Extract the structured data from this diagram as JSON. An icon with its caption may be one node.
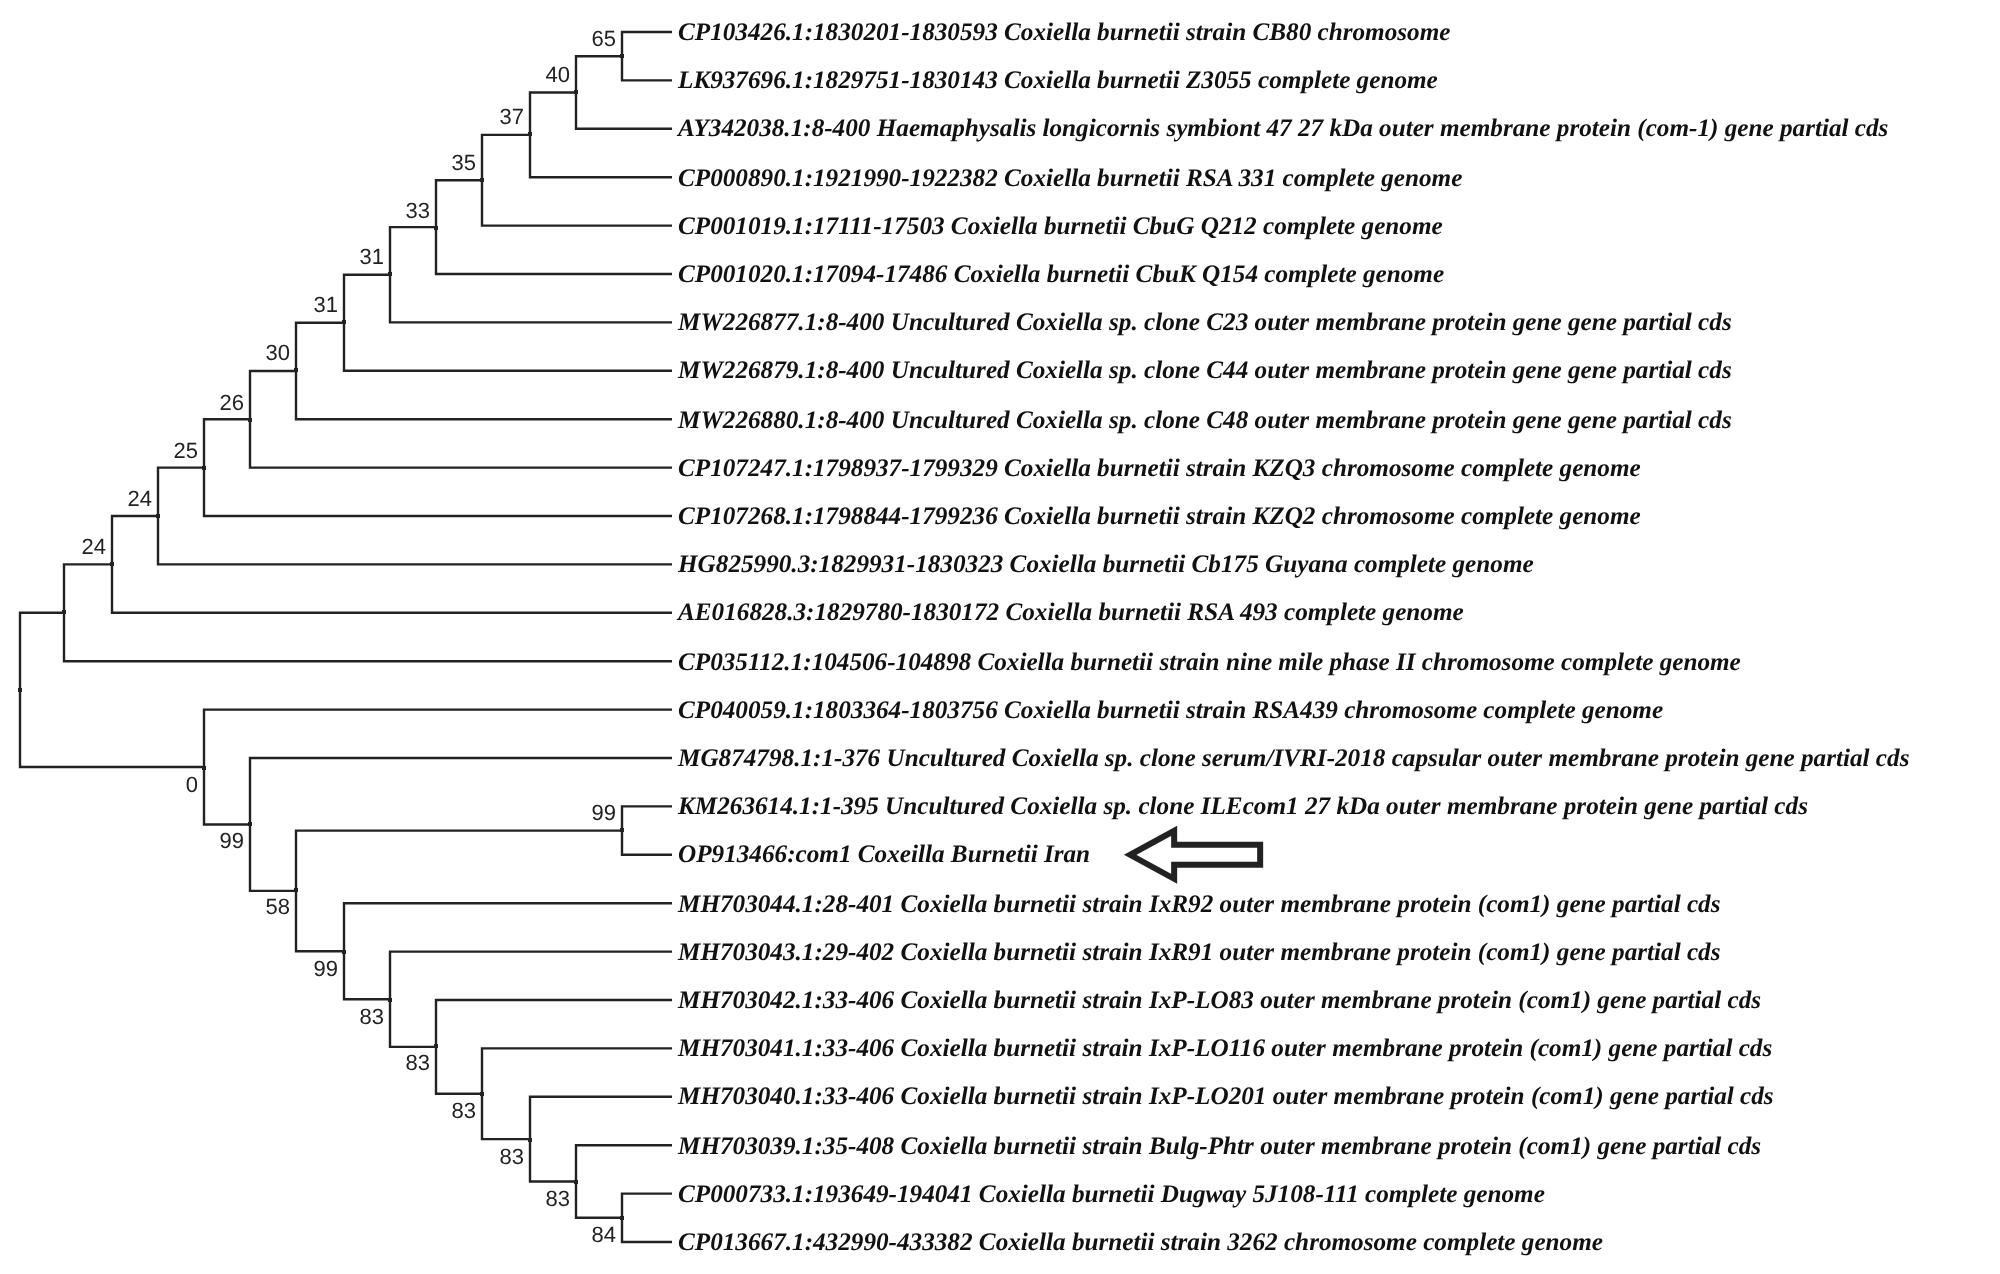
{
  "diagram": {
    "nodes": [
      {
        "text": [
          "CP103426.1:1830201-1830593 Coxiella burnetii strain CB80 chromosome"
        ]
      },
      {
        "text": [
          "LK937696.1:1829751-1830143 Coxiella burnetii Z3055 complete genome"
        ]
      },
      {
        "text": [
          "AY342038.1:8-400 Haemaphysalis longicornis symbiont 47 27 kDa outer membrane protein (com-1) gene partial cds"
        ]
      },
      {
        "text": [
          "CP000890.1:1921990-1922382 Coxiella burnetii RSA 331 complete genome"
        ]
      },
      {
        "text": [
          "CP001019.1:17111-17503 Coxiella burnetii CbuG Q212 complete genome"
        ]
      },
      {
        "text": [
          "CP001020.1:17094-17486 Coxiella burnetii CbuK Q154 complete genome"
        ]
      },
      {
        "text": [
          "MW226877.1:8-400 Uncultured Coxiella sp. clone C23 outer membrane protein gene gene partial cds"
        ]
      },
      {
        "text": [
          "MW226879.1:8-400 Uncultured Coxiella sp. clone C44 outer membrane protein gene gene partial cds"
        ]
      },
      {
        "text": [
          "MW226880.1:8-400 Uncultured Coxiella sp. clone C48 outer membrane protein gene gene partial cds"
        ]
      },
      {
        "text": [
          "CP107247.1:1798937-1799329 Coxiella burnetii strain KZQ3 chromosome complete genome"
        ]
      },
      {
        "text": [
          "CP107268.1:1798844-1799236 Coxiella burnetii strain KZQ2 chromosome complete genome"
        ]
      },
      {
        "text": [
          "HG825990.3:1829931-1830323 Coxiella burnetii Cb175 Guyana complete genome"
        ]
      },
      {
        "text": [
          "AE016828.3:1829780-1830172 Coxiella burnetii RSA 493 complete genome"
        ]
      },
      {
        "text": [
          "CP035112.1:104506-104898 Coxiella burnetii strain nine mile phase II chromosome complete genome"
        ]
      },
      {
        "text": [
          "CP040059.1:1803364-1803756 Coxiella burnetii strain RSA439 chromosome complete genome"
        ]
      },
      {
        "text": [
          "MG874798.1:1-376 Uncultured Coxiella sp. clone serum/IVRI-2018 capsular outer membrane protein gene partial cds"
        ]
      },
      {
        "text": [
          "KM263614.1:1-395 Uncultured Coxiella sp. clone ILEcom1 27 kDa outer membrane protein gene partial cds"
        ]
      },
      {
        "text": [
          "OP913466:com1 Coxeilla Burnetii Iran"
        ]
      },
      {
        "text": [
          "MH703044.1:28-401 Coxiella burnetii strain IxR92 outer membrane protein (com1) gene partial cds"
        ]
      },
      {
        "text": [
          "MH703043.1:29-402 Coxiella burnetii strain IxR91 outer membrane protein (com1) gene partial cds"
        ]
      },
      {
        "text": [
          "MH703042.1:33-406 Coxiella burnetii strain IxP-LO83 outer membrane protein (com1) gene partial cds"
        ]
      },
      {
        "text": [
          "MH703041.1:33-406 Coxiella burnetii strain IxP-LO116 outer membrane protein (com1) gene partial cds"
        ]
      },
      {
        "text": [
          "MH703040.1:33-406 Coxiella burnetii strain IxP-LO201 outer membrane protein (com1) gene partial cds"
        ]
      },
      {
        "text": [
          "MH703039.1:35-408 Coxiella burnetii strain Bulg-Phtr outer membrane protein (com1) gene partial cds"
        ]
      },
      {
        "text": [
          "CP000733.1:193649-194041 Coxiella burnetii Dugway 5J108-111 complete genome"
        ]
      },
      {
        "text": [
          "CP013667.1:432990-433382 Coxiella burnetii strain 3262 chromosome complete genome"
        ]
      },
      {
        "text": [],
        "shape": "point"
      },
      {
        "text": [],
        "shape": "point"
      },
      {
        "text": [],
        "shape": "point",
        "beside": [
          "24"
        ]
      },
      {
        "text": [],
        "shape": "point",
        "beside": [
          "24"
        ]
      },
      {
        "text": [],
        "shape": "point",
        "beside": [
          "25"
        ]
      },
      {
        "text": [],
        "shape": "point",
        "beside": [
          "26"
        ]
      },
      {
        "text": [],
        "shape": "point",
        "beside": [
          "30"
        ]
      },
      {
        "text": [],
        "shape": "point",
        "beside": [
          "31"
        ]
      },
      {
        "text": [],
        "shape": "point",
        "beside": [
          "31"
        ]
      },
      {
        "text": [],
        "shape": "point",
        "beside": [
          "33"
        ]
      },
      {
        "text": [],
        "shape": "point",
        "beside": [
          "35"
        ]
      },
      {
        "text": [],
        "shape": "point",
        "beside": [
          "37"
        ]
      },
      {
        "text": [],
        "shape": "point",
        "beside": [
          "40"
        ]
      },
      {
        "text": [],
        "shape": "point",
        "beside": [
          "65"
        ]
      },
      {
        "text": [],
        "shape": "point",
        "beside": [
          "0"
        ]
      },
      {
        "text": [],
        "shape": "point",
        "beside": [
          "99"
        ]
      },
      {
        "text": [],
        "shape": "point",
        "beside": [
          "58"
        ]
      },
      {
        "text": [],
        "shape": "point",
        "beside": [
          "99"
        ]
      },
      {
        "text": [],
        "shape": "point",
        "beside": [
          "99"
        ]
      },
      {
        "text": [],
        "shape": "point",
        "beside": [
          "83"
        ]
      },
      {
        "text": [],
        "shape": "point",
        "beside": [
          "83"
        ]
      },
      {
        "text": [],
        "shape": "point",
        "beside": [
          "83"
        ]
      },
      {
        "text": [],
        "shape": "point",
        "beside": [
          "83"
        ]
      },
      {
        "text": [],
        "shape": "point",
        "beside": [
          "83"
        ]
      },
      {
        "text": [],
        "shape": "point",
        "beside": [
          "84"
        ]
      }
    ],
    "edges": [
      {
        "from": 26,
        "to": 27,
        "arrow": "none"
      },
      {
        "from": 26,
        "to": 40,
        "arrow": "none"
      },
      {
        "from": 27,
        "to": 28,
        "arrow": "none"
      },
      {
        "from": 27,
        "to": 13,
        "arrow": "none"
      },
      {
        "from": 28,
        "to": 29,
        "arrow": "none"
      },
      {
        "from": 28,
        "to": 12,
        "arrow": "none"
      },
      {
        "from": 29,
        "to": 30,
        "arrow": "none"
      },
      {
        "from": 29,
        "to": 11,
        "arrow": "none"
      },
      {
        "from": 30,
        "to": 31,
        "arrow": "none"
      },
      {
        "from": 30,
        "to": 10,
        "arrow": "none"
      },
      {
        "from": 31,
        "to": 32,
        "arrow": "none"
      },
      {
        "from": 31,
        "to": 9,
        "arrow": "none"
      },
      {
        "from": 32,
        "to": 33,
        "arrow": "none"
      },
      {
        "from": 32,
        "to": 8,
        "arrow": "none"
      },
      {
        "from": 33,
        "to": 34,
        "arrow": "none"
      },
      {
        "from": 33,
        "to": 7,
        "arrow": "none"
      },
      {
        "from": 34,
        "to": 35,
        "arrow": "none"
      },
      {
        "from": 34,
        "to": 6,
        "arrow": "none"
      },
      {
        "from": 35,
        "to": 36,
        "arrow": "none"
      },
      {
        "from": 35,
        "to": 5,
        "arrow": "none"
      },
      {
        "from": 36,
        "to": 37,
        "arrow": "none"
      },
      {
        "from": 36,
        "to": 4,
        "arrow": "none"
      },
      {
        "from": 37,
        "to": 38,
        "arrow": "none"
      },
      {
        "from": 37,
        "to": 3,
        "arrow": "none"
      },
      {
        "from": 38,
        "to": 39,
        "arrow": "none"
      },
      {
        "from": 38,
        "to": 2,
        "arrow": "none"
      },
      {
        "from": 39,
        "to": 0,
        "arrow": "none"
      },
      {
        "from": 39,
        "to": 1,
        "arrow": "none"
      },
      {
        "from": 40,
        "to": 14,
        "arrow": "none"
      },
      {
        "from": 40,
        "to": 41,
        "arrow": "none"
      },
      {
        "from": 41,
        "to": 15,
        "arrow": "none"
      },
      {
        "from": 41,
        "to": 42,
        "arrow": "none"
      },
      {
        "from": 42,
        "to": 43,
        "arrow": "none"
      },
      {
        "from": 42,
        "to": 44,
        "arrow": "none"
      },
      {
        "from": 43,
        "to": 16,
        "arrow": "none"
      },
      {
        "from": 43,
        "to": 17,
        "arrow": "none"
      },
      {
        "from": 44,
        "to": 18,
        "arrow": "none"
      },
      {
        "from": 44,
        "to": 45,
        "arrow": "none"
      },
      {
        "from": 45,
        "to": 19,
        "arrow": "none"
      },
      {
        "from": 45,
        "to": 46,
        "arrow": "none"
      },
      {
        "from": 46,
        "to": 20,
        "arrow": "none"
      },
      {
        "from": 46,
        "to": 47,
        "arrow": "none"
      },
      {
        "from": 47,
        "to": 21,
        "arrow": "none"
      },
      {
        "from": 47,
        "to": 48,
        "arrow": "none"
      },
      {
        "from": 48,
        "to": 22,
        "arrow": "none"
      },
      {
        "from": 48,
        "to": 49,
        "arrow": "none"
      },
      {
        "from": 49,
        "to": 23,
        "arrow": "none"
      },
      {
        "from": 49,
        "to": 50,
        "arrow": "none"
      },
      {
        "from": 50,
        "to": 24,
        "arrow": "none"
      },
      {
        "from": 50,
        "to": 25,
        "arrow": "none"
      },
      {
        "from": null,
        "to": 17,
        "arrow": "to"
      }
    ]
  }
}
